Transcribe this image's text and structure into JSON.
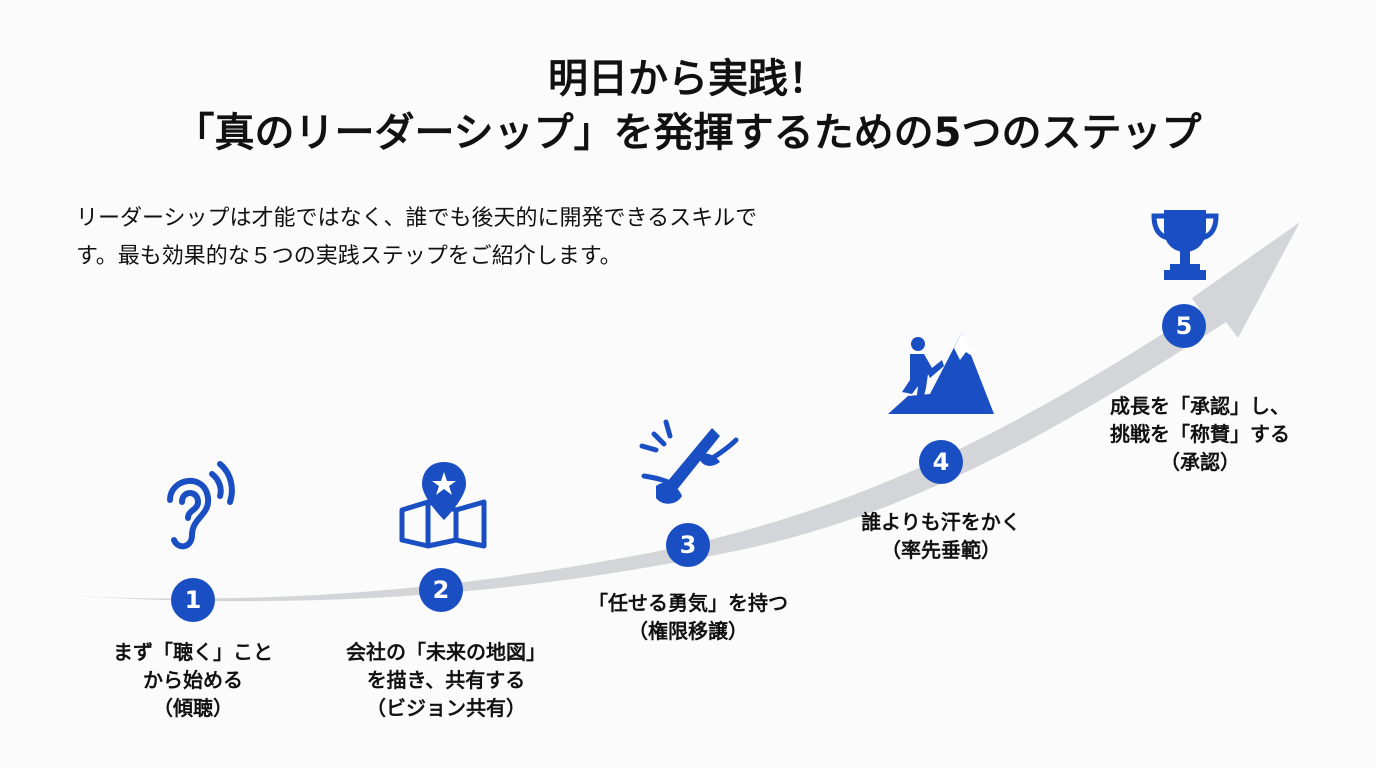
{
  "title": {
    "line1": "明日から実践！",
    "line2": "「真のリーダーシップ」を発揮するための5つのステップ"
  },
  "intro": "リーダーシップは才能ではなく、誰でも後天的に開発できるスキルです。最も効果的な５つの実践ステップをご紹介します。",
  "accent_color": "#1a4fc4",
  "steps": [
    {
      "number": "1",
      "icon": "ear-icon",
      "lines": [
        "まず「聴く」こと",
        "から始める",
        "（傾聴）"
      ]
    },
    {
      "number": "2",
      "icon": "map-pin-icon",
      "lines": [
        "会社の「未来の地図」",
        "を描き、共有する",
        "（ビジョン共有）"
      ]
    },
    {
      "number": "3",
      "icon": "baton-handoff-icon",
      "lines": [
        "「任せる勇気」を持つ",
        "（権限移譲）"
      ]
    },
    {
      "number": "4",
      "icon": "mountain-climber-icon",
      "lines": [
        "誰よりも汗をかく",
        "（率先垂範）"
      ]
    },
    {
      "number": "5",
      "icon": "trophy-icon",
      "lines": [
        "成長を「承認」し、",
        "挑戦を「称賛」する",
        "（承認）"
      ]
    }
  ]
}
